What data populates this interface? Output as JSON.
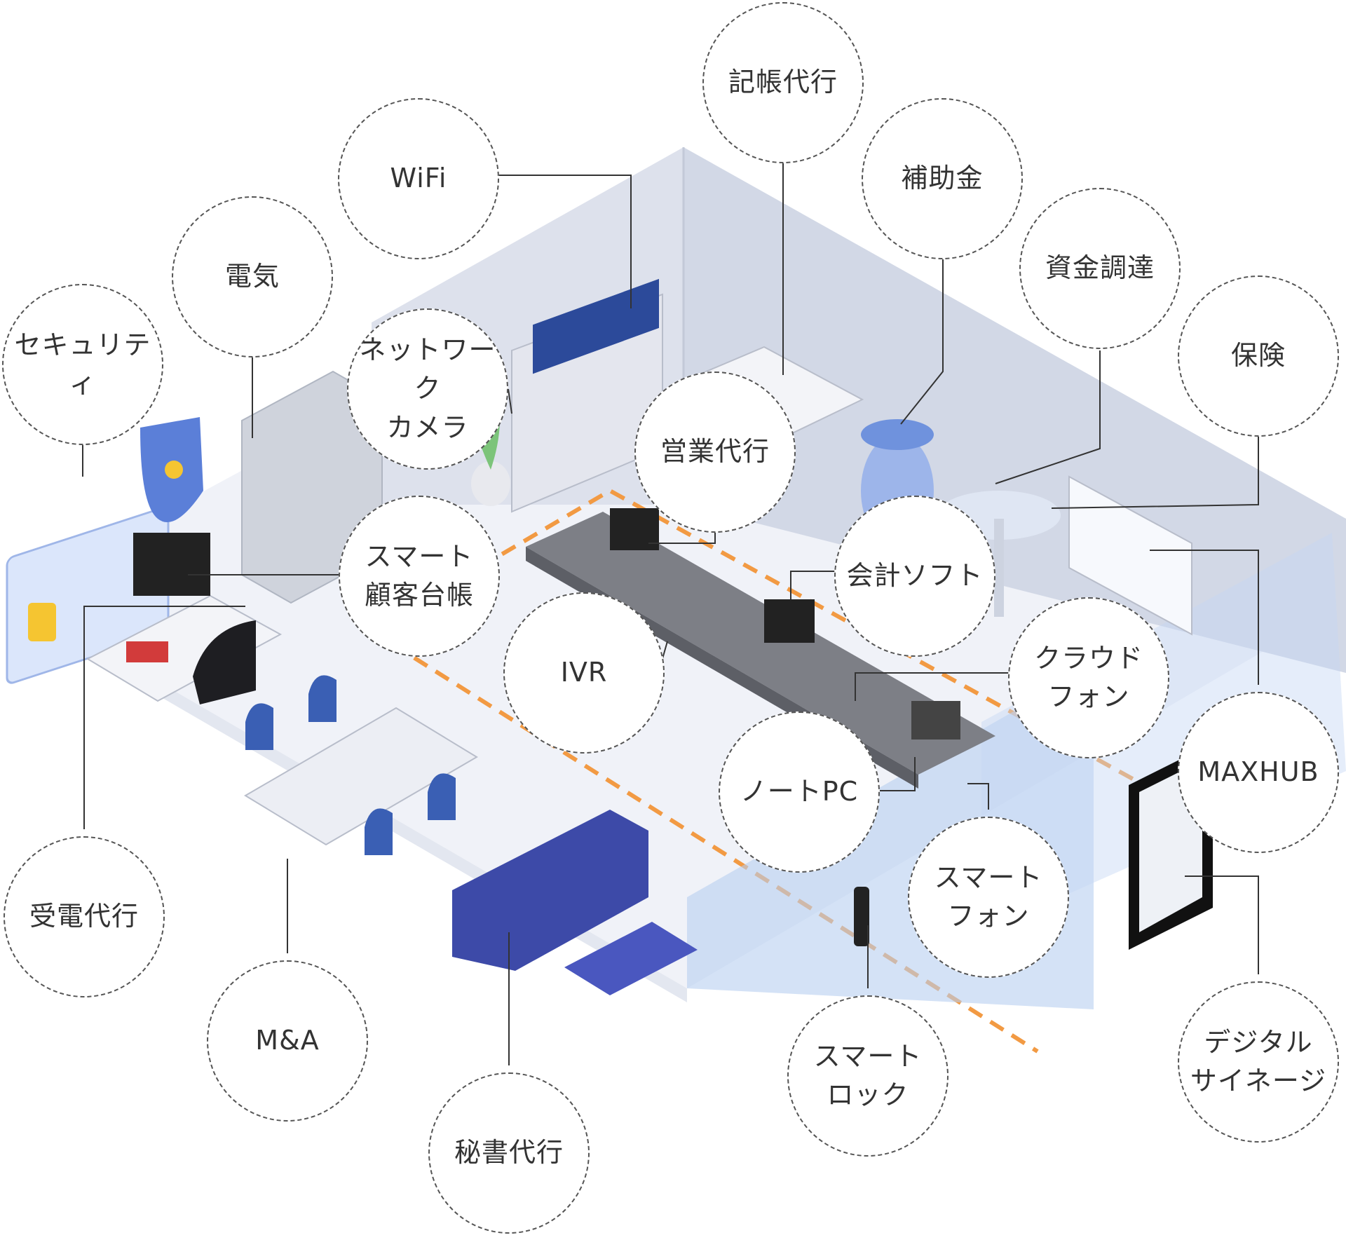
{
  "colors": {
    "floor": "#f0f2f8",
    "wall": "#dde1ec",
    "wall_side": "#c9cfde",
    "dash_orange": "#f29a43",
    "glass": "#b8cff0",
    "navy": "#3d4aa8",
    "chair_blue": "#3a5fb4",
    "shield": "#5b7fd8",
    "connector": "#333333"
  },
  "labels": {
    "security": "セキュリティ",
    "denki": "電気",
    "wifi": "WiFi",
    "kicho": "記帳代行",
    "hojokin": "補助金",
    "shikin": "資金調達",
    "hoken": "保険",
    "network_camera": "ネットワーク\nカメラ",
    "eigyo": "営業代行",
    "smart_kokyaku": "スマート\n顧客台帳",
    "kaikei": "会計ソフト",
    "ivr": "IVR",
    "cloud_phone": "クラウド\nフォン",
    "maxhub": "MAXHUB",
    "note_pc": "ノートPC",
    "smartphone": "スマート\nフォン",
    "juden": "受電代行",
    "ma": "M&A",
    "hisho": "秘書代行",
    "smart_lock": "スマート\nロック",
    "digital_signage": "デジタル\nサイネージ"
  }
}
